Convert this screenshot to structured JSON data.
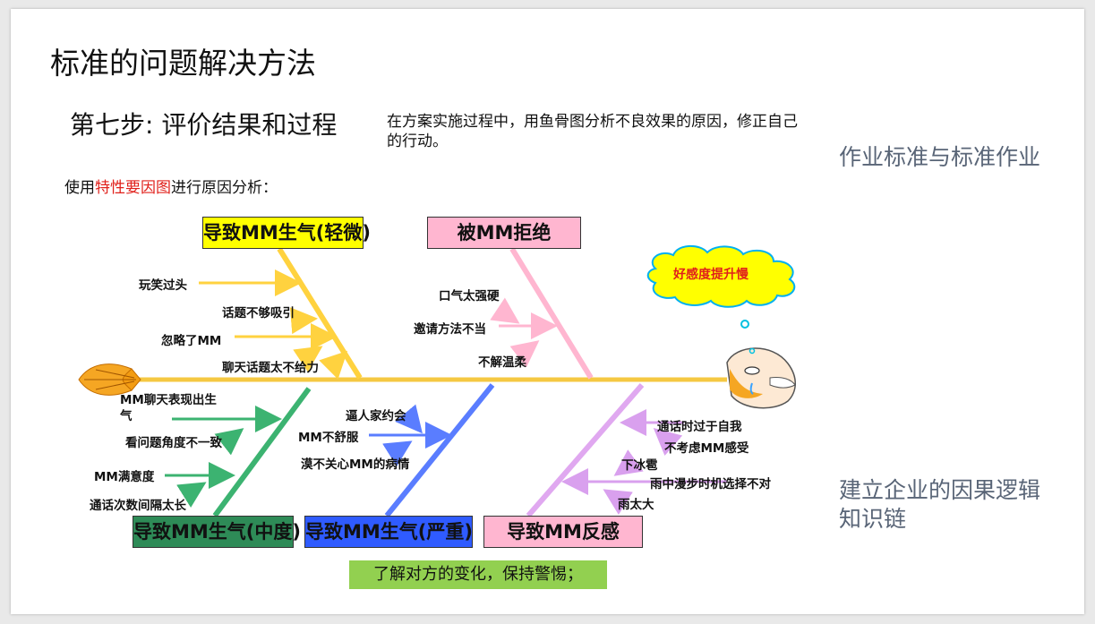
{
  "title": "标准的问题解决方法",
  "step_title": "第七步: 评价结果和过程",
  "description": "在方案实施过程中，用鱼骨图分析不良效果的原因，修正自己的行动。",
  "usage": {
    "prefix": "使用",
    "highlight": "特性要因图",
    "suffix": "进行原因分析："
  },
  "side_labels": {
    "top": "作业标准与标准作业",
    "bottom": "建立企业的因果逻辑知识链"
  },
  "fishbone": {
    "head": "好感度提升慢",
    "categories": {
      "mild": "导致MM生气(轻微)",
      "reject": "被MM拒绝",
      "medium": "导致MM生气(中度)",
      "severe": "导致MM生气(严重)",
      "reaction": "导致MM反感"
    },
    "causes": {
      "mild": [
        "玩笑过头",
        "话题不够吸引",
        "忽略了MM",
        "聊天话题太不给力"
      ],
      "reject": [
        "口气太强硬",
        "邀请方法不当",
        "不解温柔"
      ],
      "medium": [
        "MM聊天表现出生气",
        "看问题角度不一致",
        "MM满意度",
        "通话次数间隔太长"
      ],
      "severe": [
        "逼人家约会",
        "MM不舒服",
        "漠不关心MM的病情"
      ],
      "reaction": [
        "通话时过于自我",
        "不考虑MM感受",
        "下冰雹",
        "雨中漫步时机选择不对",
        "雨太大"
      ]
    },
    "colors": {
      "mild": "#ffd23f",
      "reject": "#ffb6d0",
      "medium": "#3cb371",
      "severe": "#2f5bff",
      "reaction": "#e0a8f0",
      "spine": "#f5c842"
    }
  },
  "conclusion": "了解对方的变化，保持警惕；"
}
